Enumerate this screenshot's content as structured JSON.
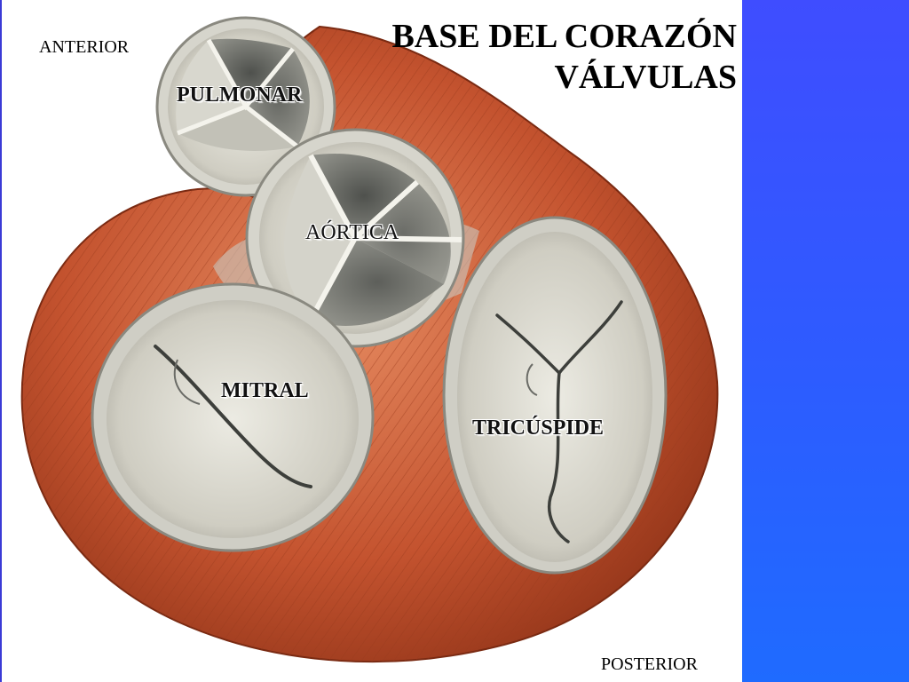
{
  "title": {
    "line1": "BASE DEL CORAZÓN",
    "line2": "VÁLVULAS"
  },
  "orientation": {
    "anterior": "ANTERIOR",
    "posterior": "POSTERIOR"
  },
  "valves": {
    "pulmonar": "PULMONAR",
    "aortica": "AÓRTICA",
    "mitral": "MITRAL",
    "tricuspide": "TRICÚSPIDE"
  },
  "colors": {
    "band": "#2d5cff",
    "muscle": "#c4532f",
    "valve": "#d7d6cd"
  }
}
